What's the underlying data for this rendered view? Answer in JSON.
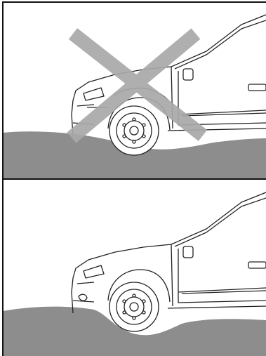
{
  "figure": {
    "panels": [
      {
        "id": "top",
        "scene": "vehicle-front-wheel-against-shallow-ground",
        "mark": "cross-mark",
        "mark_color": "#a9a9a9",
        "ground_color": "#8d8d8d"
      },
      {
        "id": "bottom",
        "scene": "vehicle-front-wheel-over-dip-in-ground",
        "mark": "",
        "ground_color": "#8d8d8d"
      }
    ],
    "line_color": "#222222",
    "background": "#ffffff"
  }
}
